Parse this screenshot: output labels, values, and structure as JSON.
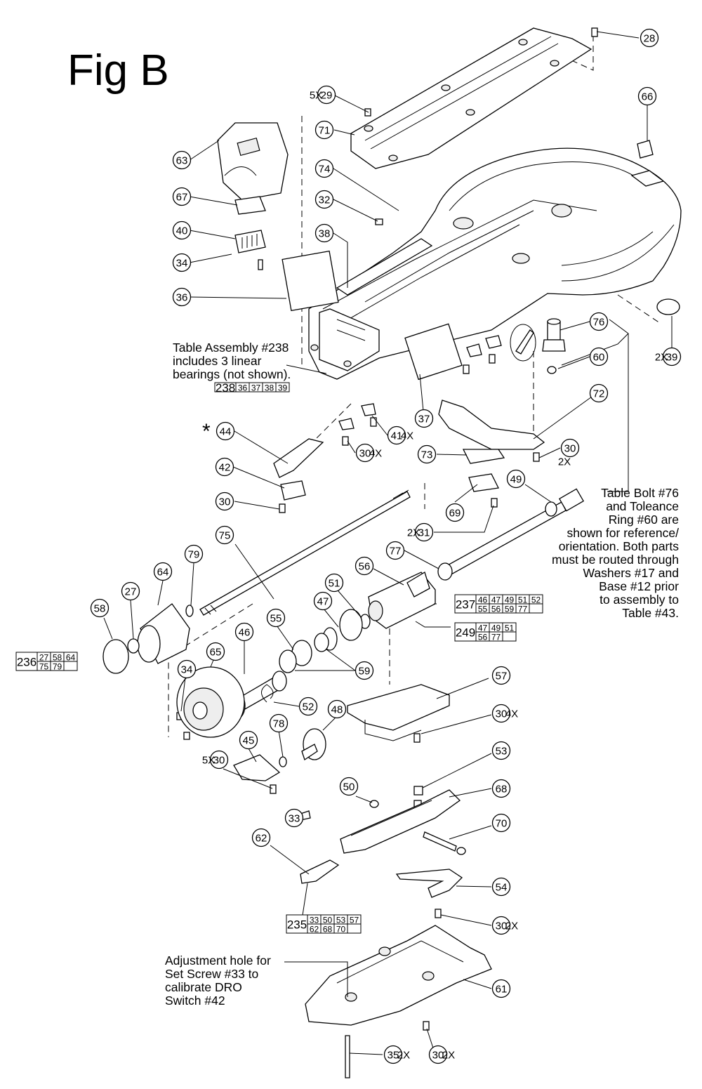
{
  "figure_title": "Fig B",
  "notes": {
    "table_assembly": "Table Assembly #238\nincludes 3 linear\nbearings (not shown).",
    "table_bolt": "Table Bolt #76\nand Toleance\nRing #60 are\nshown for reference/\norientation. Both parts\nmust be routed through\nWashers #17 and\nBase #12 prior\nto assembly to\nTable #43.",
    "adjustment_hole": "Adjustment hole for\nSet Screw #33 to\ncalibrate DRO\nSwitch #42"
  },
  "asterisk": "*",
  "callouts": [
    {
      "num": "28",
      "qty": ""
    },
    {
      "num": "29",
      "qty": "5X"
    },
    {
      "num": "71",
      "qty": ""
    },
    {
      "num": "66",
      "qty": ""
    },
    {
      "num": "63",
      "qty": ""
    },
    {
      "num": "74",
      "qty": ""
    },
    {
      "num": "67",
      "qty": ""
    },
    {
      "num": "32",
      "qty": ""
    },
    {
      "num": "40",
      "qty": ""
    },
    {
      "num": "38",
      "qty": ""
    },
    {
      "num": "34",
      "qty": ""
    },
    {
      "num": "36",
      "qty": ""
    },
    {
      "num": "76",
      "qty": ""
    },
    {
      "num": "60",
      "qty": ""
    },
    {
      "num": "39",
      "qty": "2X"
    },
    {
      "num": "37",
      "qty": ""
    },
    {
      "num": "72",
      "qty": ""
    },
    {
      "num": "41",
      "qty": "4X"
    },
    {
      "num": "44",
      "qty": ""
    },
    {
      "num": "30",
      "qty": "4X"
    },
    {
      "num": "30",
      "qty": "2X"
    },
    {
      "num": "73",
      "qty": ""
    },
    {
      "num": "42",
      "qty": ""
    },
    {
      "num": "49",
      "qty": ""
    },
    {
      "num": "30",
      "qty": ""
    },
    {
      "num": "69",
      "qty": ""
    },
    {
      "num": "31",
      "qty": "2X"
    },
    {
      "num": "75",
      "qty": ""
    },
    {
      "num": "77",
      "qty": ""
    },
    {
      "num": "79",
      "qty": ""
    },
    {
      "num": "56",
      "qty": ""
    },
    {
      "num": "64",
      "qty": ""
    },
    {
      "num": "27",
      "qty": ""
    },
    {
      "num": "51",
      "qty": ""
    },
    {
      "num": "58",
      "qty": ""
    },
    {
      "num": "47",
      "qty": ""
    },
    {
      "num": "55",
      "qty": ""
    },
    {
      "num": "65",
      "qty": ""
    },
    {
      "num": "46",
      "qty": ""
    },
    {
      "num": "59",
      "qty": ""
    },
    {
      "num": "34",
      "qty": ""
    },
    {
      "num": "57",
      "qty": ""
    },
    {
      "num": "52",
      "qty": ""
    },
    {
      "num": "48",
      "qty": ""
    },
    {
      "num": "30",
      "qty": "4X"
    },
    {
      "num": "78",
      "qty": ""
    },
    {
      "num": "45",
      "qty": ""
    },
    {
      "num": "30",
      "qty": "5X"
    },
    {
      "num": "53",
      "qty": ""
    },
    {
      "num": "50",
      "qty": ""
    },
    {
      "num": "68",
      "qty": ""
    },
    {
      "num": "33",
      "qty": ""
    },
    {
      "num": "70",
      "qty": ""
    },
    {
      "num": "62",
      "qty": ""
    },
    {
      "num": "54",
      "qty": ""
    },
    {
      "num": "30",
      "qty": "2X"
    },
    {
      "num": "61",
      "qty": ""
    },
    {
      "num": "35",
      "qty": "2X"
    },
    {
      "num": "30",
      "qty": "2X"
    }
  ],
  "kits": [
    {
      "num": "238",
      "parts": [
        "36",
        "37",
        "38",
        "39"
      ]
    },
    {
      "num": "237",
      "parts": [
        "46",
        "47",
        "49",
        "51",
        "52",
        "55",
        "56",
        "59",
        "77",
        ""
      ]
    },
    {
      "num": "249",
      "parts": [
        "47",
        "49",
        "51",
        "56",
        "77",
        ""
      ]
    },
    {
      "num": "236",
      "parts": [
        "27",
        "58",
        "64",
        "75",
        "79",
        ""
      ]
    },
    {
      "num": "235",
      "parts": [
        "33",
        "50",
        "53",
        "57",
        "62",
        "68",
        "70",
        ""
      ]
    }
  ]
}
